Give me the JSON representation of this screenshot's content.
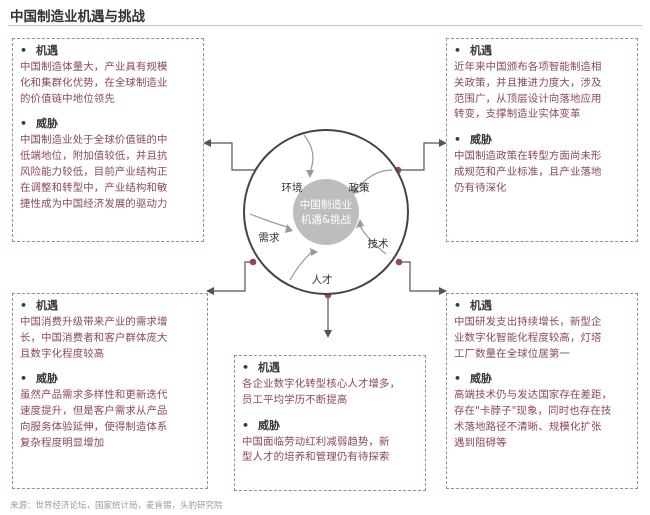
{
  "title": "中国制造业机遇与挑战",
  "center": {
    "line1": "中国制造业",
    "line2": "机遇&挑战"
  },
  "ring_labels": {
    "env": "环境",
    "policy": "政策",
    "demand": "需求",
    "tech": "技术",
    "talent": "人才"
  },
  "boxes": {
    "env": {
      "opp_label": "机遇",
      "opp_text": "中国制造体量大，产业具有规模\n化和集群化优势，在全球制造业\n的价值链中地位领先",
      "thr_label": "威胁",
      "thr_text": "中国制造业处于全球价值链的中\n低端地位，附加值较低，并且抗\n风险能力较低，目前产业结构正\n在调整和转型中，产业结构和敏\n捷性成为中国经济发展的驱动力"
    },
    "policy": {
      "opp_label": "机遇",
      "opp_text": "近年来中国颁布各项智能制造相\n关政策，并且推进力度大，涉及\n范围广，从顶层设计向落地应用\n转变，支撑制造业实体变革",
      "thr_label": "威胁",
      "thr_text": "中国制造政策在转型方面尚未形\n成规范和产业标准，且产业落地\n仍有待深化"
    },
    "demand": {
      "opp_label": "机遇",
      "opp_text": "中国消费升级带来产业的需求增\n长，中国消费者和客户群体庞大\n且数字化程度较高",
      "thr_label": "威胁",
      "thr_text": "虽然产品需求多样性和更新迭代\n速度提升，但是客户需求从产品\n向服务体验延伸，使得制造体系\n复杂程度明显增加"
    },
    "talent": {
      "opp_label": "机遇",
      "opp_text": "各企业数字化转型核心人才增多，\n员工平均学历不断提高",
      "thr_label": "威胁",
      "thr_text": "中国面临劳动红利减弱趋势，新\n型人才的培养和管理仍有待探索"
    },
    "tech": {
      "opp_label": "机遇",
      "opp_text": "中国研发支出持续增长，新型企\n业数字化智能化程度较高，灯塔\n工厂数量在全球位居第一",
      "thr_label": "威胁",
      "thr_text": "高端技术仍与发达国家存在差距，\n存在\"卡脖子\"现象，同时也存在技\n术落地路径不清晰、规模化扩张\n遇到阻碍等"
    }
  },
  "bullet": "•",
  "source": "来源：世界经济论坛，国家统计局，麦肯锡，头豹研究院",
  "colors": {
    "accent": "#8e4a57",
    "ring": "#4a4a4a",
    "dash": "#b0838c",
    "center": "#bdbdbd"
  }
}
